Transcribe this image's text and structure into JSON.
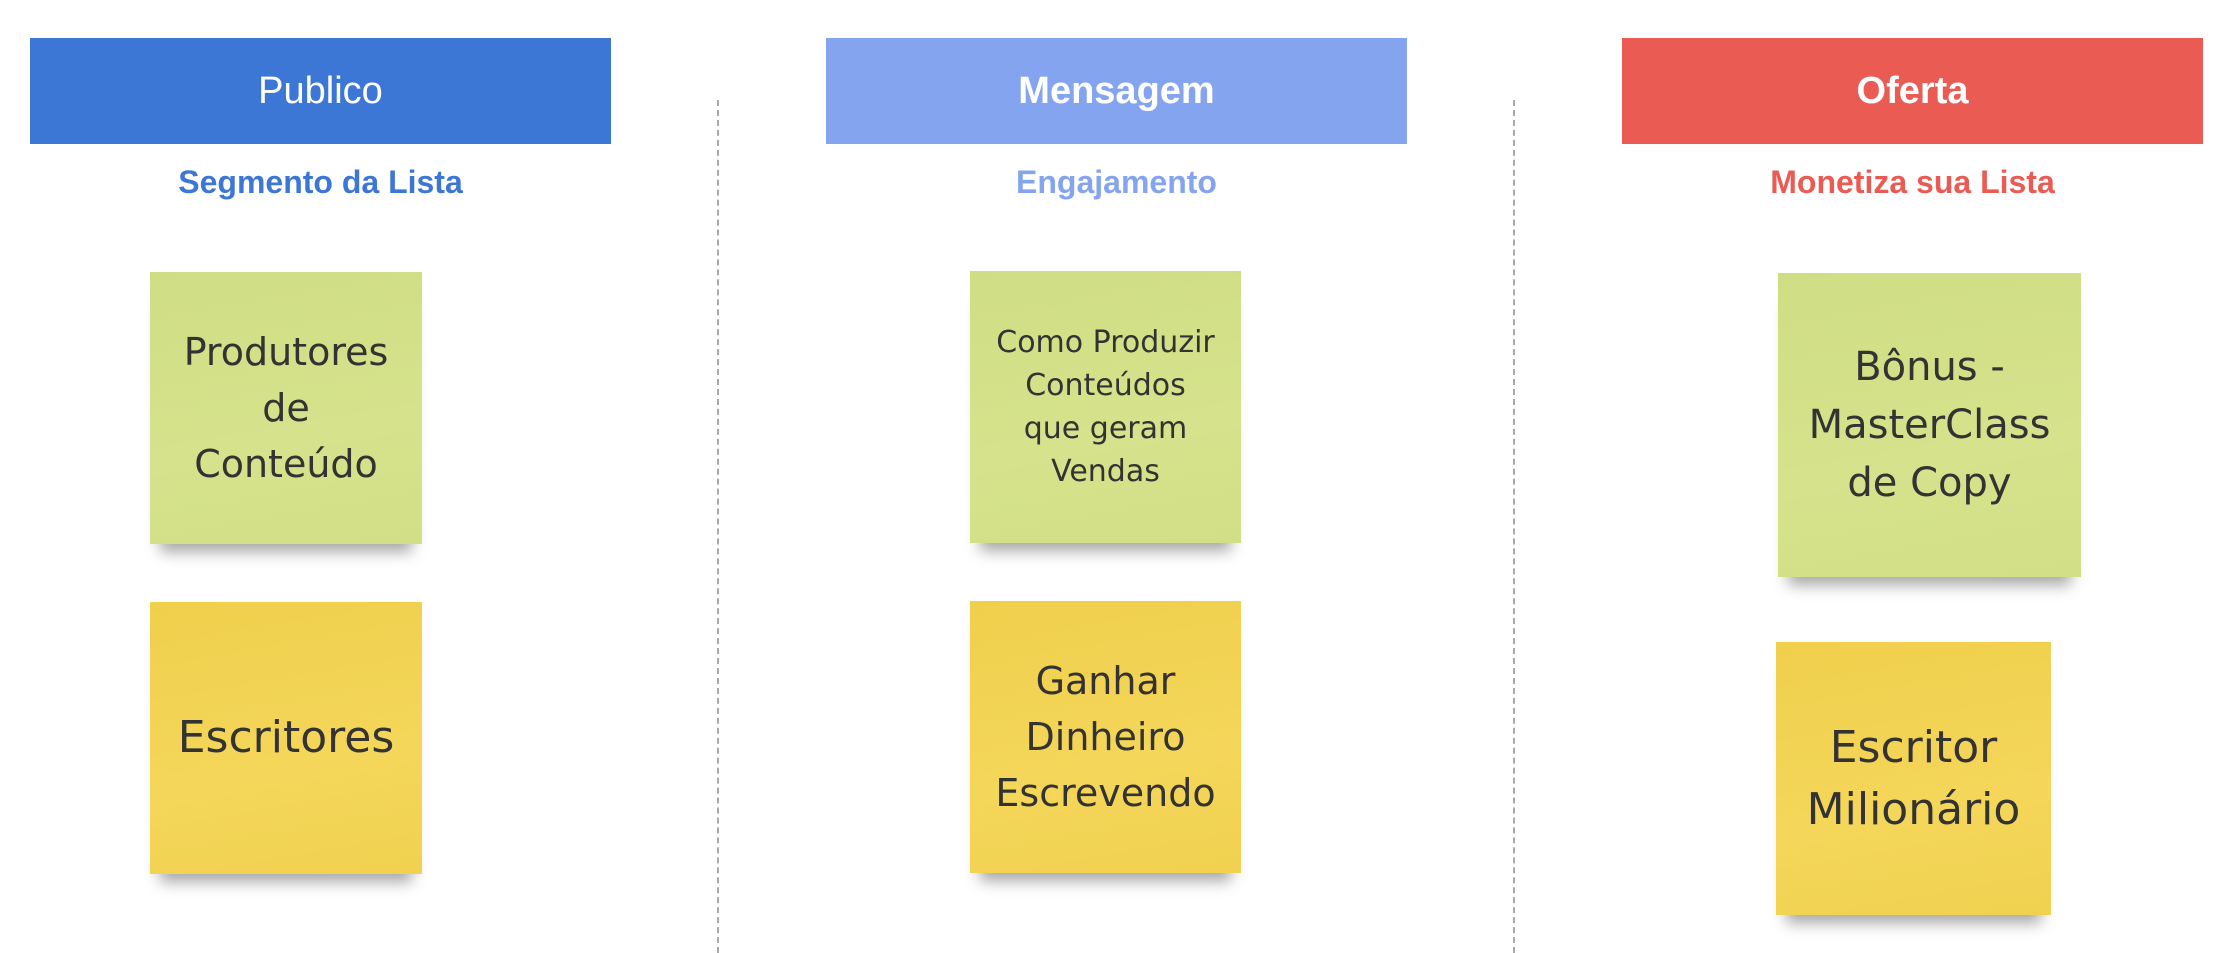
{
  "columns": [
    {
      "header": "Publico",
      "header_color": "#3d77d6",
      "subtitle": "Segmento da Lista",
      "subtitle_color": "#3d77d6",
      "notes": [
        {
          "text": "Produtores\nde\nConteúdo",
          "color": "green"
        },
        {
          "text": "Escritores",
          "color": "yellow"
        }
      ]
    },
    {
      "header": "Mensagem",
      "header_color": "#84a4ef",
      "subtitle": "Engajamento",
      "subtitle_color": "#84a4ef",
      "notes": [
        {
          "text": "Como Produzir\nConteúdos\nque geram\nVendas",
          "color": "green"
        },
        {
          "text": "Ganhar\nDinheiro\nEscrevendo",
          "color": "yellow"
        }
      ]
    },
    {
      "header": "Oferta",
      "header_color": "#ea5b53",
      "subtitle": "Monetiza sua Lista",
      "subtitle_color": "#ea5b53",
      "notes": [
        {
          "text": "Bônus -\nMasterClass\nde Copy",
          "color": "green"
        },
        {
          "text": "Escritor\nMilionário",
          "color": "yellow"
        }
      ]
    }
  ]
}
